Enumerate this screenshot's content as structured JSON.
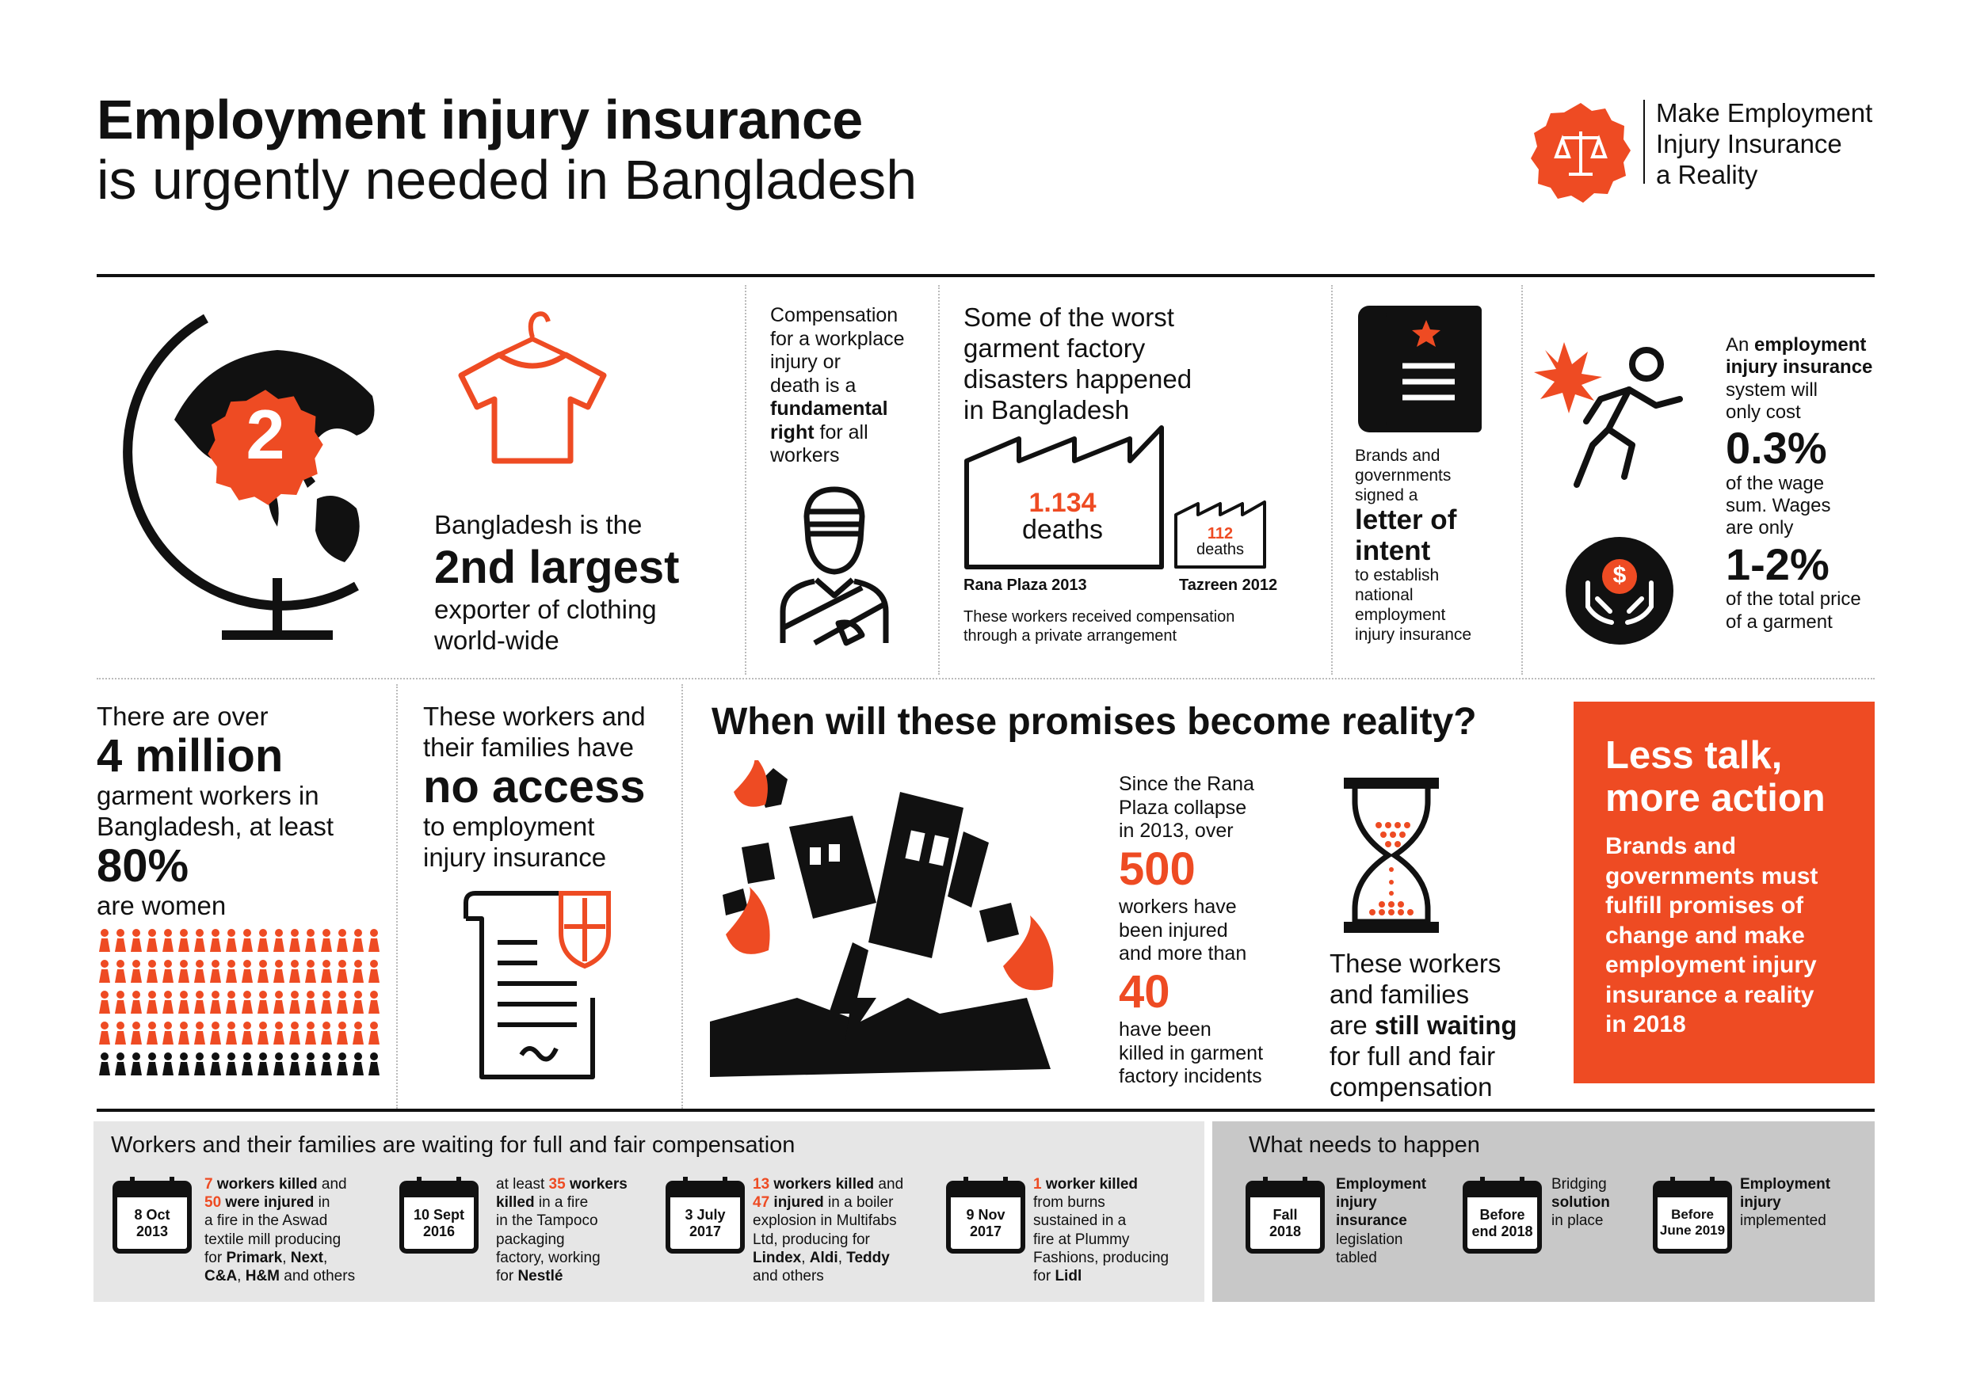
{
  "header": {
    "title_bold": "Employment injury insurance",
    "title_rest": "is urgently needed in Bangladesh",
    "logo_line1": "Make Employment",
    "logo_line2": "Injury Insurance",
    "logo_line3": "a Reality"
  },
  "globe": {
    "rank": "2"
  },
  "exporter": {
    "pre": "Bangladesh is the",
    "highlight": "2nd largest",
    "post1": "exporter of clothing",
    "post2": "world-wide"
  },
  "right": {
    "l1": "Compensation",
    "l2": "for a workplace",
    "l3": "injury or",
    "l4": "death is a",
    "l5": "fundamental",
    "l6a": "right",
    "l6b": " for all",
    "l7": "workers"
  },
  "disasters": {
    "t1": "Some of the worst",
    "t2": "garment factory",
    "t3": "disasters happened",
    "t4": "in Bangladesh",
    "rana_num": "1.134",
    "rana_unit": "deaths",
    "rana_label": "Rana Plaza 2013",
    "taz_num": "112",
    "taz_unit": "deaths",
    "taz_label": "Tazreen 2012",
    "note1": "These workers received compensation",
    "note2": "through a private arrangement"
  },
  "letter": {
    "l1": "Brands and",
    "l2": "governments",
    "l3": "signed a",
    "b1": "letter of",
    "b2": "intent",
    "l4": "to establish",
    "l5": "national",
    "l6": "employment",
    "l7": "injury insurance"
  },
  "cost": {
    "l1": "An ",
    "b1": "employment",
    "b2": "injury insurance",
    "l2": "system will",
    "l3": "only cost",
    "p1": "0.3%",
    "l4": "of the wage",
    "l5": "sum. Wages",
    "l6": "are only",
    "p2": "1-2%",
    "l7": "of the total price",
    "l8": "of a garment",
    "dollar": "$"
  },
  "workers": {
    "l1": "There are over",
    "b1": "4 million",
    "l2": "garment workers in",
    "l3": "Bangladesh, at least",
    "b2": "80%",
    "l4": "are women"
  },
  "access": {
    "l1": "These workers and",
    "l2": "their families have",
    "b1": "no access",
    "l3": "to employment",
    "l4": "injury insurance"
  },
  "promise": {
    "title": "When will these promises become reality?",
    "s1": "Since the Rana",
    "s2": "Plaza collapse",
    "s3": "in 2013, over",
    "n1": "500",
    "s4": "workers have",
    "s5": "been injured",
    "s6": "and more than",
    "n2": "40",
    "s7": "have been",
    "s8": "killed in garment",
    "s9": "factory incidents",
    "w1": "These workers",
    "w2": "and families",
    "w3": "are ",
    "w3b": "still waiting",
    "w4": "for full and fair",
    "w5": "compensation"
  },
  "action": {
    "h1": "Less talk,",
    "h2": "more action",
    "p1": "Brands and",
    "p2": "governments must",
    "p3": "fulfill promises of",
    "p4": "change and make",
    "p5": "employment injury",
    "p6": "insurance a reality",
    "p7": "in 2018"
  },
  "timeline": {
    "title": "Workers and their families are waiting for full and fair compensation",
    "events": [
      {
        "d1": "8 Oct",
        "d2": "2013",
        "a": "7",
        "a2": " workers killed",
        " and": "",
        "b": " and",
        "c": "50",
        "c2": " were injured",
        " in": "",
        "l3": " in",
        "l4": "a fire in the Aswad",
        "l5": "textile mill producing",
        "l6": "for ",
        "b1": "Primark",
        ",": "",
        "l6b": ", ",
        "b2": "Next",
        ",2": "",
        "l6c": ",",
        "b3": "C&A",
        "l7b": ", ",
        "b4": "H&M",
        "l7c": " and others"
      },
      {
        "d1": "10 Sept",
        "d2": "2016",
        "l1": "at least ",
        "a": "35",
        "a2": " workers",
        "b1": "killed",
        "l2": " in a fire",
        "l3": "in the Tampoco",
        "l4": "packaging",
        "l5": "factory, working",
        "l6": "for ",
        "b2": "Nestlé"
      },
      {
        "d1": "3 July",
        "d2": "2017",
        "a": "13",
        "a2": " workers killed",
        "l1": " and",
        "c": "47",
        "c2": " injured",
        "l2": " in a boiler",
        "l3": "explosion in Multifabs",
        "l4": "Ltd, producing for",
        "b1": "Lindex",
        "s1": ", ",
        "b2": "Aldi",
        "s2": ", ",
        "b3": "Teddy",
        "l5": "and others"
      },
      {
        "d1": "9 Nov",
        "d2": "2017",
        "a": "1",
        "a2": " worker killed",
        "l1": "from burns",
        "l2": "sustained in a",
        "l3": "fire at Plummy",
        "l4": "Fashions, producing",
        "l5": "for ",
        "b1": "Lidl"
      }
    ]
  },
  "needs": {
    "title": "What needs to happen",
    "items": [
      {
        "d1": "Fall",
        "d2": "2018",
        "b1": "Employment",
        "b2": "injury",
        "b3": "insurance",
        "l1": "legislation",
        "l2": "tabled"
      },
      {
        "d1": "Before",
        "d2": "end 2018",
        "l1": "Bridging",
        "b1": "solution",
        "l2": "in place"
      },
      {
        "d1": "Before",
        "d2": "June 2019",
        "b1": "Employment",
        "b2": "injury",
        "l1": "implemented"
      }
    ]
  },
  "colors": {
    "accent": "#ee4b23",
    "dark": "#111111",
    "panel_light": "#e6e6e6",
    "panel_dark": "#c8c8c8"
  }
}
